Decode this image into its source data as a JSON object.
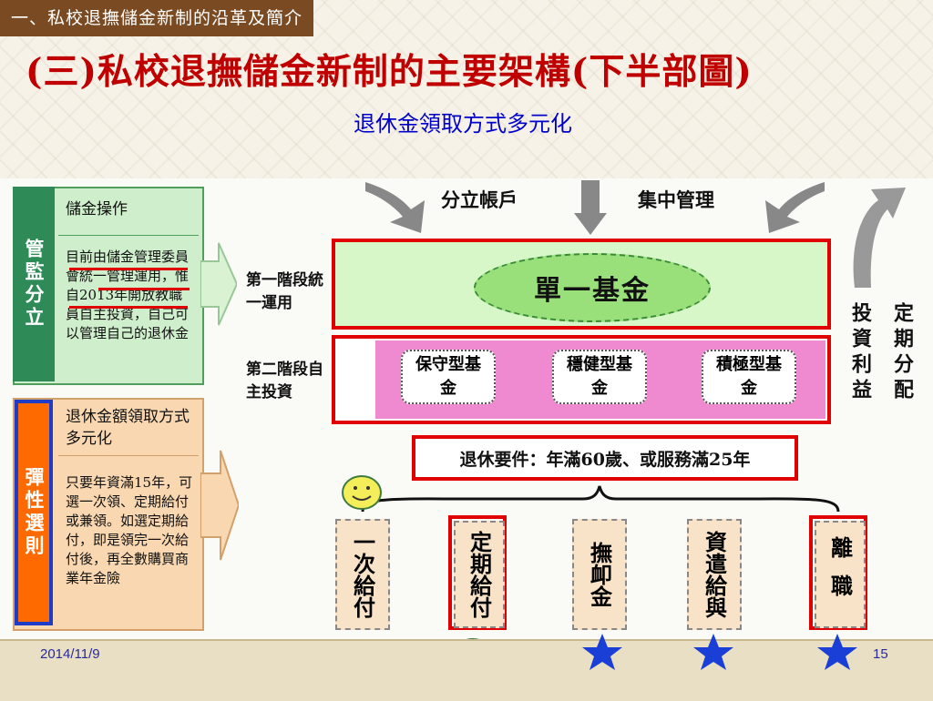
{
  "header": {
    "section_tag": "一、私校退撫儲金新制的沿革及簡介",
    "title": "(三)私校退撫儲金新制的主要架構(下半部圖)",
    "subtitle": "退休金領取方式多元化"
  },
  "left_panels": {
    "supervision": {
      "label": "管監分立",
      "heading": "儲金操作",
      "body": "目前由儲金管理委員會統一管理運用，惟自2013年開放教職員自主投資，自己可以管理自己的退休金"
    },
    "flexibility": {
      "label": "彈性選則",
      "heading": "退休金額領取方式多元化",
      "body": "只要年資滿15年，可選一次領、定期給付或兼領。如選定期給付，即是領完一次給付後，再全數購買商業年金險"
    }
  },
  "top_labels": {
    "separate_accounts": "分立帳戶",
    "central_management": "集中管理"
  },
  "stages": {
    "stage1": "第一階段統一運用",
    "stage2": "第二階段自主投資"
  },
  "single_fund": "單一基金",
  "funds": [
    "保守型基金",
    "穩健型基金",
    "積極型基金"
  ],
  "right_labels": {
    "investment_returns": "投資利益",
    "periodic_distribution": "定期分配"
  },
  "requirement": "退休要件：年滿60歲、或服務滿25年",
  "payouts": [
    "一次給付",
    "定期給付",
    "撫卹金",
    "資遣給與",
    "離職"
  ],
  "footer": {
    "date": "2014/11/9",
    "page": "15"
  },
  "colors": {
    "title_red": "#c00000",
    "subtitle_blue": "#0000cc",
    "supervision_green": "#2e8b57",
    "flex_orange": "#ff6a00",
    "single_fund_green": "#99e07a",
    "stage2_pink": "#f08ad0",
    "frame_red": "#e00000",
    "star_blue": "#1a3fd6",
    "smiley_yellow": "#f3ee5a"
  },
  "icons": [
    "smiley-icon",
    "star-icon",
    "arrow-right-icon",
    "arrow-down-icon"
  ]
}
